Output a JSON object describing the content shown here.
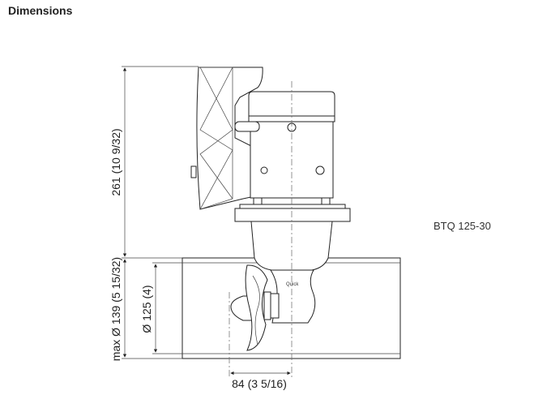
{
  "header": {
    "title": "Dimensions"
  },
  "drawing": {
    "model_label": "BTQ 125-30",
    "dimensions": {
      "height": "261 (10 9/32)",
      "max_tunnel_diameter": "max Ø 139 (5 15/32)",
      "tunnel_diameter": "Ø 125 (4)",
      "propeller_offset": "84 (3 5/16)"
    },
    "brand_mark": "Quick"
  }
}
